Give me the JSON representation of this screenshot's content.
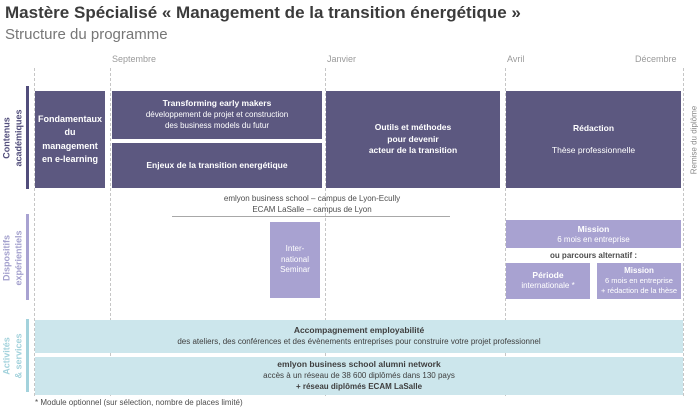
{
  "header": {
    "title": "Mastère Spécialisé « Management de la transition énergétique »",
    "subtitle": "Structure du programme"
  },
  "months": [
    "Septembre",
    "Janvier",
    "Avril",
    "Décembre"
  ],
  "sidebar": {
    "academic": "Contenus\nacadémiques",
    "experiential": "Dispositifs\nexpérientiels",
    "activities": "Activités\n& services"
  },
  "right_label": "Remise du diplôme",
  "academic": {
    "fundamentals": {
      "title": "Fondamentaux\ndu\nmanagement\nen e-learning"
    },
    "transforming": {
      "title": "Transforming early makers",
      "sub": "développement de projet et construction\ndes business models du futur"
    },
    "enjeux": {
      "title": "Enjeux de la transition energétique"
    },
    "outils": {
      "title": "Outils et méthodes\npour devenir\nacteur de la transition"
    },
    "redaction": {
      "title": "Rédaction",
      "sub": "Thèse professionnelle"
    }
  },
  "campus": "emlyon business school – campus de Lyon-Ecully\nECAM LaSalle – campus de Lyon",
  "experiential": {
    "intl_seminar": {
      "title": "Inter-\nnational\nSeminar"
    },
    "mission": {
      "title": "Mission",
      "sub": "6 mois en entreprise"
    },
    "alt_label": "ou parcours alternatif :",
    "periode": {
      "title": "Période",
      "sub": "internationale *"
    },
    "mission_alt": {
      "title": "Mission",
      "sub": "6 mois en entreprise\n+ rédaction de la thèse"
    }
  },
  "activities": {
    "employability": {
      "title": "Accompagnement employabilité",
      "sub": "des ateliers, des conférences et des évènements entreprises pour construire votre projet professionnel"
    },
    "alumni": {
      "title": "emlyon business school alumni network",
      "sub": "accès à un réseau de 38 600 diplômés dans 130 pays",
      "sub2": "+ réseau diplômés ECAM LaSalle"
    }
  },
  "footnote": "* Module optionnel (sur sélection, nombre de places limité)",
  "colors": {
    "dark_purple": "#5c5880",
    "light_purple": "#a8a2d1",
    "teal_box": "#cce6ec",
    "academic_label": "#514d7b",
    "experiential_label": "#a3a0cd",
    "activities_label": "#a3d2dc"
  }
}
